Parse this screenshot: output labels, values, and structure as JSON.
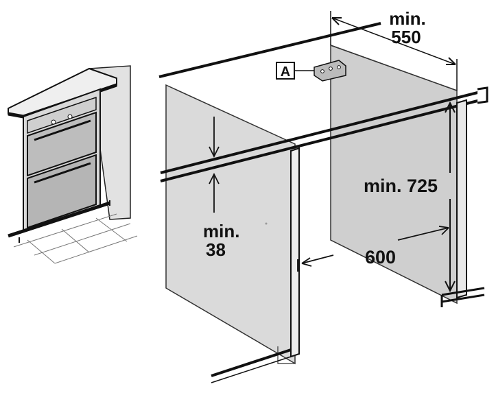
{
  "labels": {
    "depth_min": "min.",
    "depth_value": "550",
    "worktop_min": "min.",
    "worktop_value": "38",
    "height": "min. 725",
    "width": "600",
    "bracket": "A"
  },
  "colors": {
    "panel": "#d6d6d6",
    "panel_dark": "#c6c6c6",
    "line": "#111111"
  }
}
